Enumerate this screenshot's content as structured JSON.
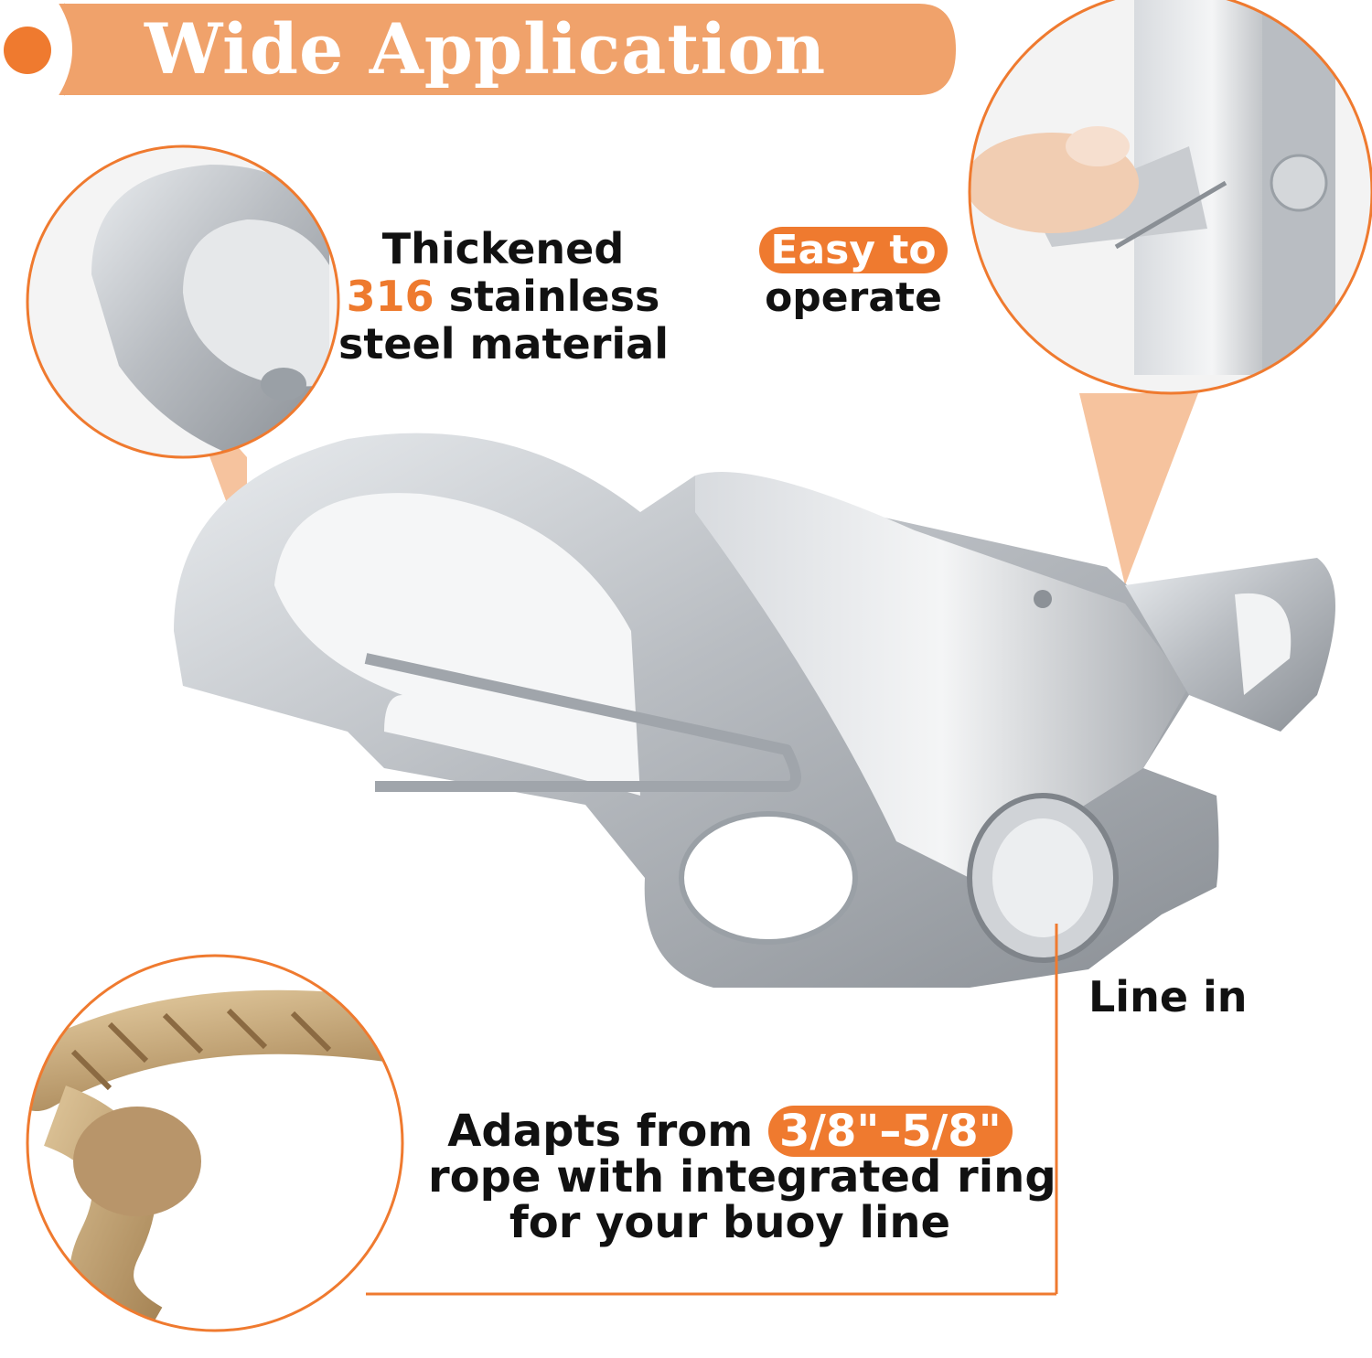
{
  "header": {
    "title": "Wide Application"
  },
  "features": {
    "material": {
      "line1": "Thickened",
      "highlight": "316",
      "line2_rest": " stainless",
      "line3": "steel material"
    },
    "operate": {
      "badge": "Easy to",
      "line2": "operate"
    },
    "line_in": {
      "label": "Line in"
    },
    "rope": {
      "prefix": "Adapts from ",
      "badge": "3/8\"–5/8\"",
      "line2": "rope with integrated ring",
      "line3": "for your buoy line"
    }
  },
  "colors": {
    "accent": "#ef7a2f",
    "accent_light": "#f3a56c",
    "metal": "#b8bcc1",
    "text": "#111111"
  }
}
